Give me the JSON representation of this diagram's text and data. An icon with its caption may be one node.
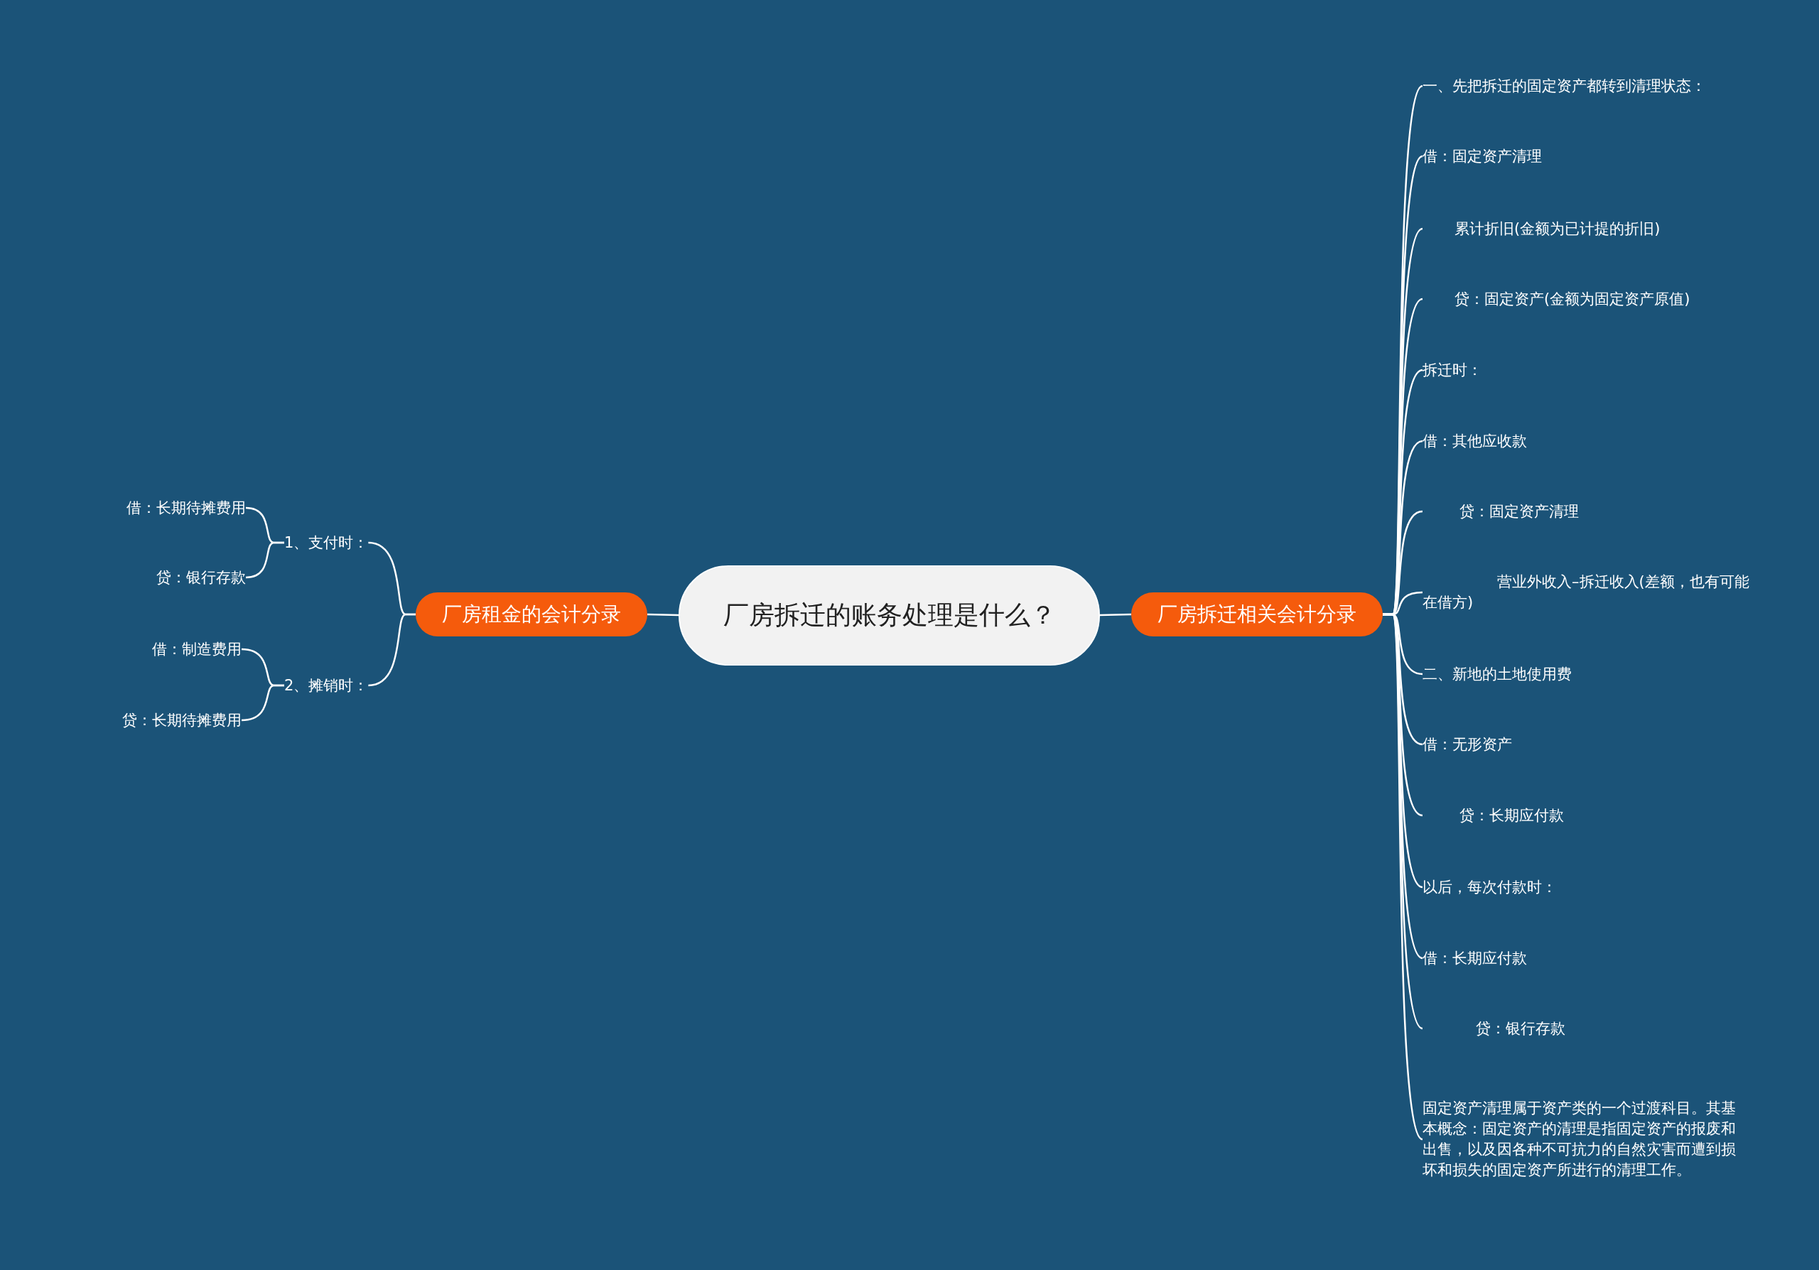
{
  "diagram": {
    "nodes": [
      {
        "text": [
          "厂房拆迁的账务处理是什么？"
        ]
      },
      {
        "text": [
          "厂房租金的会计分录"
        ]
      },
      {
        "text": [
          "1、支付时："
        ]
      },
      {
        "text": [
          "借：长期待摊费用"
        ]
      },
      {
        "text": [
          "贷：银行存款"
        ]
      },
      {
        "text": [
          "2、摊销时："
        ]
      },
      {
        "text": [
          "借：制造费用"
        ]
      },
      {
        "text": [
          "贷：长期待摊费用"
        ]
      },
      {
        "text": [
          "厂房拆迁相关会计分录"
        ]
      },
      {
        "text": [
          "一、先把拆迁的固定资产都转到清理状态："
        ]
      },
      {
        "text": [
          "借：固定资产清理"
        ]
      },
      {
        "text": [
          "累计折旧(金额为已计提的折旧)"
        ]
      },
      {
        "text": [
          "贷：固定资产(金额为固定资产原值)"
        ]
      },
      {
        "text": [
          "拆迁时："
        ]
      },
      {
        "text": [
          "借：其他应收款"
        ]
      },
      {
        "text": [
          "贷：固定资产清理"
        ]
      },
      {
        "text": [
          "营业外收入–拆迁收入(差额，也有可能在借方)"
        ]
      },
      {
        "text": [
          "二、新地的土地使用费"
        ]
      },
      {
        "text": [
          "借：无形资产"
        ]
      },
      {
        "text": [
          "贷：长期应付款"
        ]
      },
      {
        "text": [
          "以后，每次付款时："
        ]
      },
      {
        "text": [
          "借：长期应付款"
        ]
      },
      {
        "text": [
          "贷：银行存款"
        ]
      },
      {
        "text": [
          "固定资产清理属于资产类的一个过渡科目。其基本概念：固定资产的清理是指固定资产的报废和出售，以及因各种不可抗力的自然灾害而遭到损坏和损失的固定资产所进行的清理工作。"
        ]
      }
    ],
    "edges": [
      {
        "from": 0,
        "to": 1,
        "arrow": "none"
      },
      {
        "from": 1,
        "to": 2,
        "arrow": "none"
      },
      {
        "from": 1,
        "to": 5,
        "arrow": "none"
      },
      {
        "from": 2,
        "to": 3,
        "arrow": "none"
      },
      {
        "from": 2,
        "to": 4,
        "arrow": "none"
      },
      {
        "from": 5,
        "to": 6,
        "arrow": "none"
      },
      {
        "from": 5,
        "to": 7,
        "arrow": "none"
      },
      {
        "from": 0,
        "to": 8,
        "arrow": "none"
      },
      {
        "from": 8,
        "to": 9,
        "arrow": "none"
      },
      {
        "from": 8,
        "to": 10,
        "arrow": "none"
      },
      {
        "from": 8,
        "to": 11,
        "arrow": "none"
      },
      {
        "from": 8,
        "to": 12,
        "arrow": "none"
      },
      {
        "from": 8,
        "to": 13,
        "arrow": "none"
      },
      {
        "from": 8,
        "to": 14,
        "arrow": "none"
      },
      {
        "from": 8,
        "to": 15,
        "arrow": "none"
      },
      {
        "from": 8,
        "to": 16,
        "arrow": "none"
      },
      {
        "from": 8,
        "to": 17,
        "arrow": "none"
      },
      {
        "from": 8,
        "to": 18,
        "arrow": "none"
      },
      {
        "from": 8,
        "to": 19,
        "arrow": "none"
      },
      {
        "from": 8,
        "to": 20,
        "arrow": "none"
      },
      {
        "from": 8,
        "to": 21,
        "arrow": "none"
      },
      {
        "from": 8,
        "to": 22,
        "arrow": "none"
      },
      {
        "from": 8,
        "to": 23,
        "arrow": "none"
      }
    ]
  }
}
